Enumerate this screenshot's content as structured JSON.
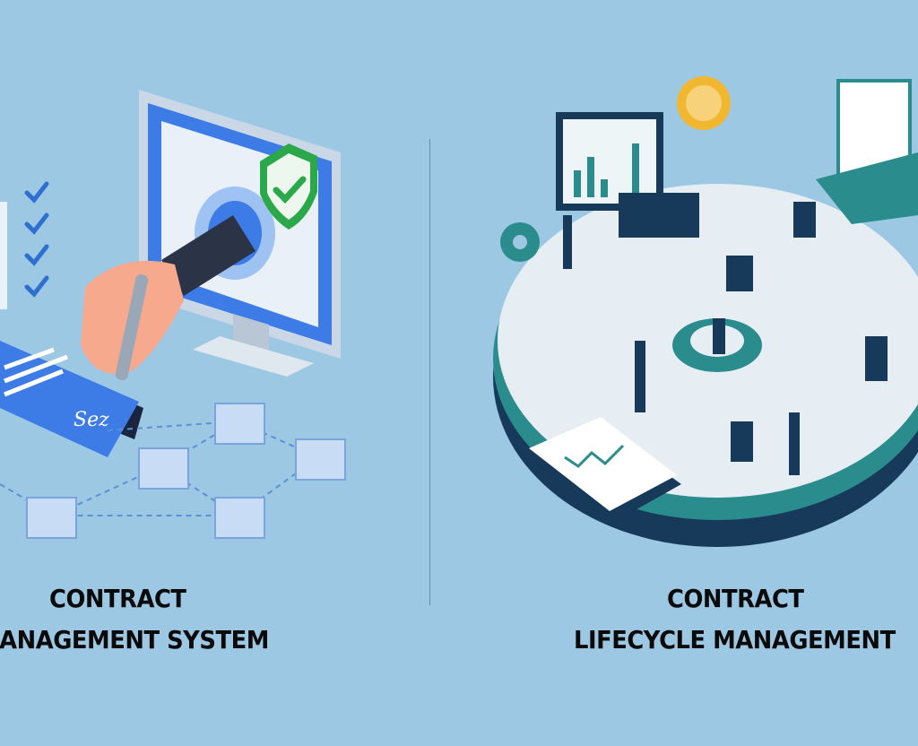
{
  "left_panel": {
    "caption_line1": "CONTRACT",
    "caption_line2": "MANAGEMENT SYSTEM",
    "signature_text": "Sez"
  },
  "right_panel": {
    "caption_line1": "CONTRACT",
    "caption_line2": "LIFECYCLE MANAGEMENT"
  },
  "colors": {
    "background": "#9cc8e3",
    "monitor_blue": "#3d7be6",
    "shield_green": "#2aa84a",
    "platform_teal": "#2a8c8c",
    "platform_navy": "#173a5a"
  }
}
